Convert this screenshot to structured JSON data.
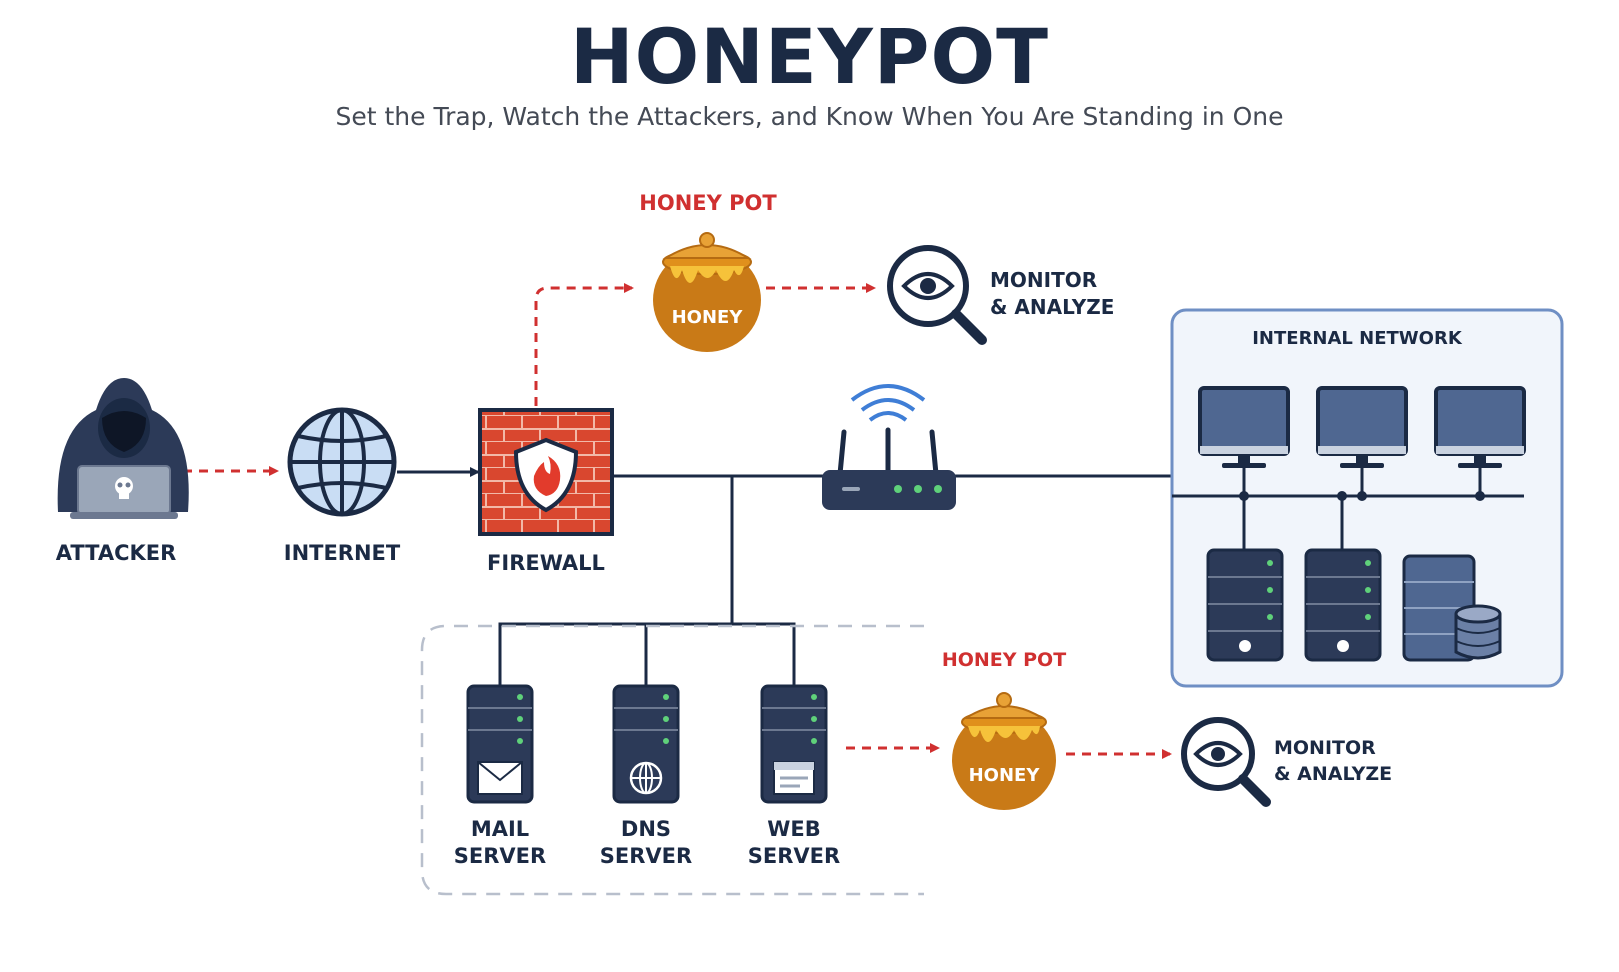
{
  "header": {
    "title": "HONEYPOT",
    "subtitle": "Set the Trap, Watch the Attackers, and Know When You Are Standing in One"
  },
  "nodes": {
    "attacker": "ATTACKER",
    "internet": "INTERNET",
    "firewall": "FIREWALL",
    "honeypot_top_label": "HONEY POT",
    "honeypot_top_jar": "HONEY",
    "monitor_top_line1": "MONITOR",
    "monitor_top_line2": "& ANALYZE",
    "internal_network": "INTERNAL NETWORK",
    "mail_server_line1": "MAIL",
    "mail_server_line2": "SERVER",
    "dns_server_line1": "DNS",
    "dns_server_line2": "SERVER",
    "web_server_line1": "WEB",
    "web_server_line2": "SERVER",
    "honeypot_bottom_label": "HONEY POT",
    "honeypot_bottom_jar": "HONEY",
    "monitor_bottom_line1": "MONITOR",
    "monitor_bottom_line2": "& ANALYZE"
  },
  "colors": {
    "navy": "#1b2a44",
    "red_arrow": "#d03030",
    "honey": "#e0901c",
    "brick": "#d9472f",
    "panel_bg": "#f1f5fb",
    "panel_border": "#6f8fc4"
  },
  "icons": [
    "hacker-icon",
    "globe-icon",
    "firewall-icon",
    "honeypot-icon",
    "magnifier-eye-icon",
    "router-icon",
    "monitor-icon",
    "server-icon",
    "database-icon",
    "mail-icon",
    "web-icon"
  ]
}
